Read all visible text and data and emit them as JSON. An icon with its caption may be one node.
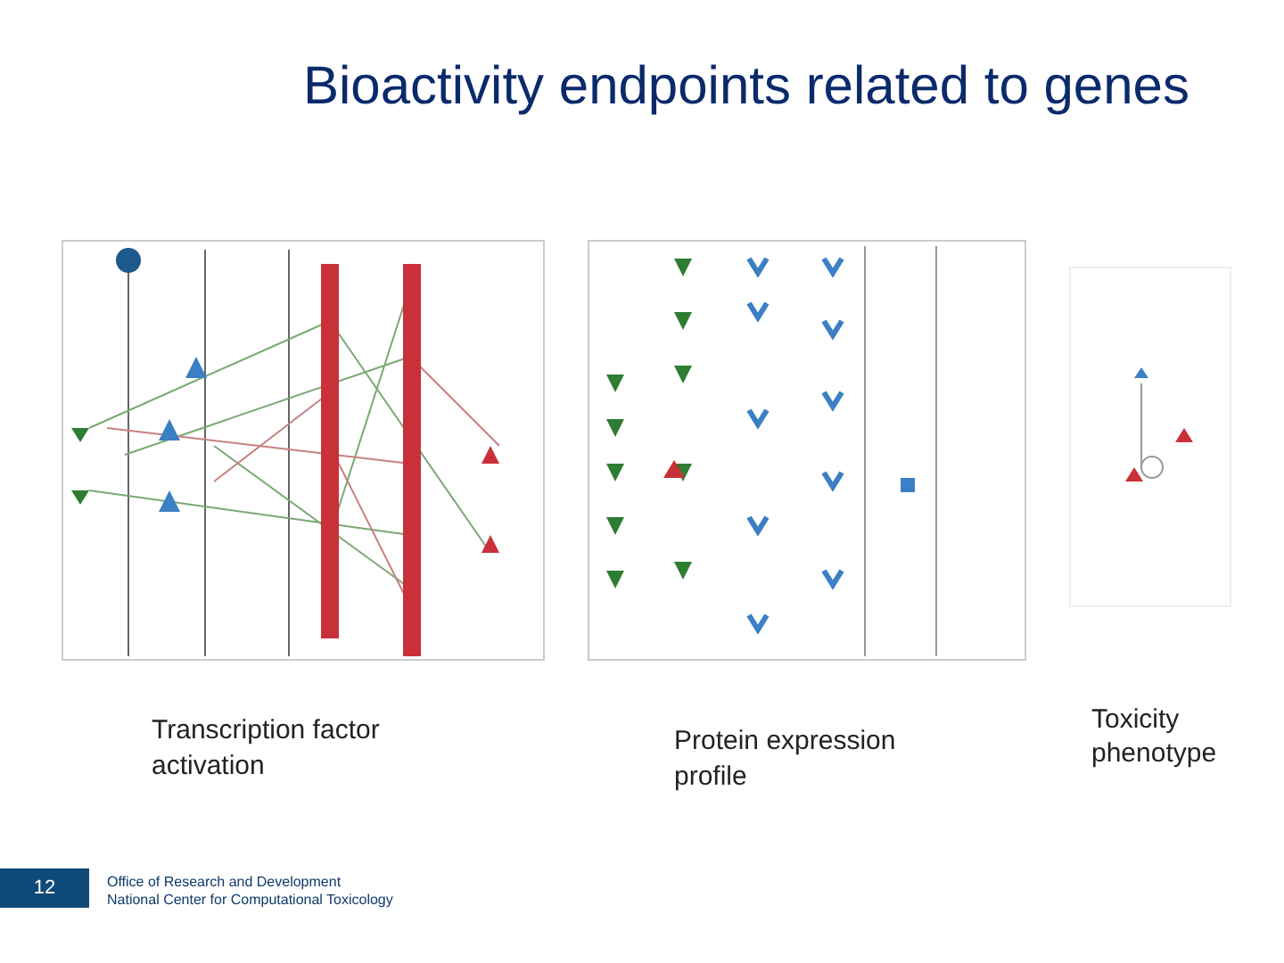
{
  "diagram": {
    "title": "Bioactivity endpoints related to genes",
    "labels": [
      "Transcription factor activation",
      "Protein expression profile",
      "Toxicity phenotype",
      "12",
      "Office of Research and Development",
      "National Center for Computational Toxicology"
    ]
  }
}
